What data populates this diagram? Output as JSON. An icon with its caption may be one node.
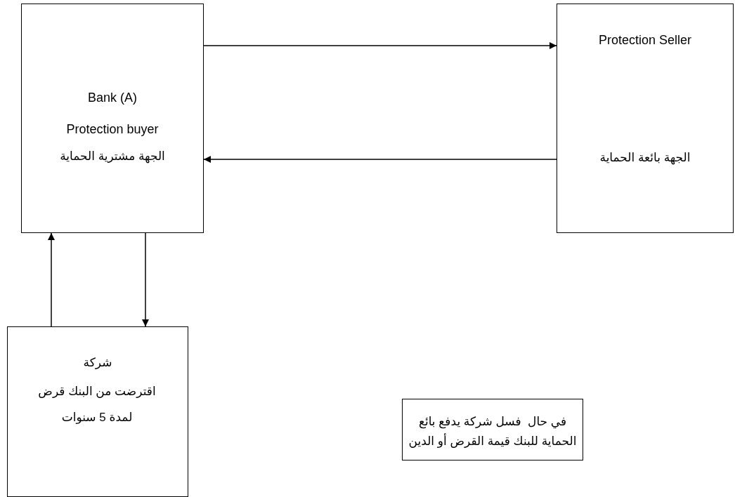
{
  "diagram": {
    "nodes": [
      {
        "text": [
          "Bank (A)",
          "Protection buyer",
          "الجهة مشترية الحماية"
        ]
      },
      {
        "text": [
          "Protection Seller",
          "الجهة بائعة الحماية"
        ]
      },
      {
        "text": [
          "شركة",
          "اقترضت من البنك قرض لمدة 5 سنوات"
        ]
      },
      {
        "text": [
          "في حال  فسل شركة يدفع بائع الحماية للبنك قيمة القرض أو الدين"
        ]
      }
    ],
    "edges": [
      {
        "from": 0,
        "to": 1,
        "arrow": "to"
      },
      {
        "from": 1,
        "to": 0,
        "arrow": "to"
      },
      {
        "from": 2,
        "to": 0,
        "arrow": "to"
      },
      {
        "from": 0,
        "to": 2,
        "arrow": "to"
      }
    ]
  }
}
